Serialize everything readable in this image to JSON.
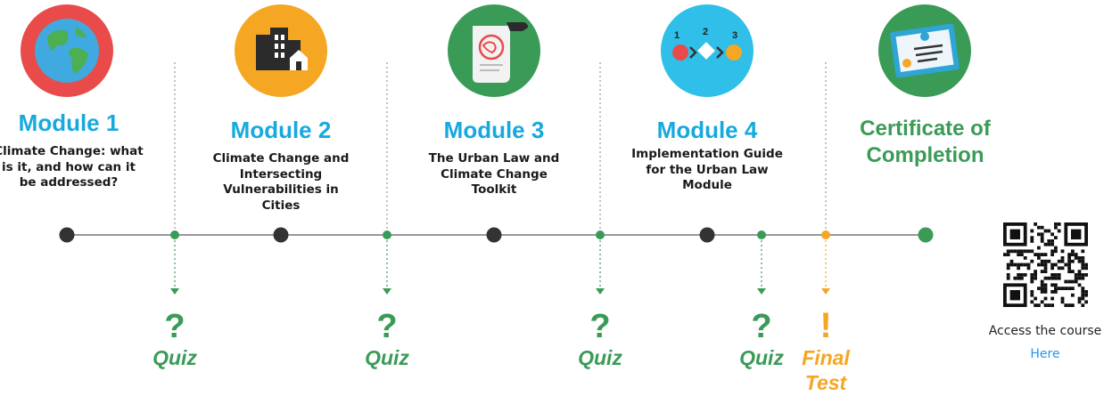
{
  "modules": [
    {
      "title": "Module 1",
      "description": "Climate Change: what is it, and how can it be addressed?",
      "icon": "globe-icon"
    },
    {
      "title": "Module 2",
      "description": "Climate Change and Intersecting Vulnerabilities in Cities",
      "icon": "city-buildings-icon"
    },
    {
      "title": "Module 3",
      "description": "The Urban Law and Climate Change Toolkit",
      "icon": "scroll-document-icon"
    },
    {
      "title": "Module 4",
      "description": "Implementation Guide for the Urban Law Module",
      "icon": "process-steps-icon"
    }
  ],
  "module4_steps": [
    "1",
    "2",
    "3"
  ],
  "certificate": {
    "title": "Certificate of Completion",
    "icon": "certificate-icon"
  },
  "quizzes": [
    {
      "mark": "?",
      "label": "Quiz"
    },
    {
      "mark": "?",
      "label": "Quiz"
    },
    {
      "mark": "?",
      "label": "Quiz"
    },
    {
      "mark": "?",
      "label": "Quiz"
    }
  ],
  "final_test": {
    "mark": "!",
    "label": "Final Test"
  },
  "access": {
    "text": "Access the course",
    "link_label": "Here",
    "qr_icon": "qr-code-icon"
  },
  "colors": {
    "module_blue": "#17a9de",
    "quiz_green": "#3a9b57",
    "final_orange": "#f5a623",
    "node_dark": "#333333",
    "line_gray": "#777777",
    "link_blue": "#2196f3"
  }
}
